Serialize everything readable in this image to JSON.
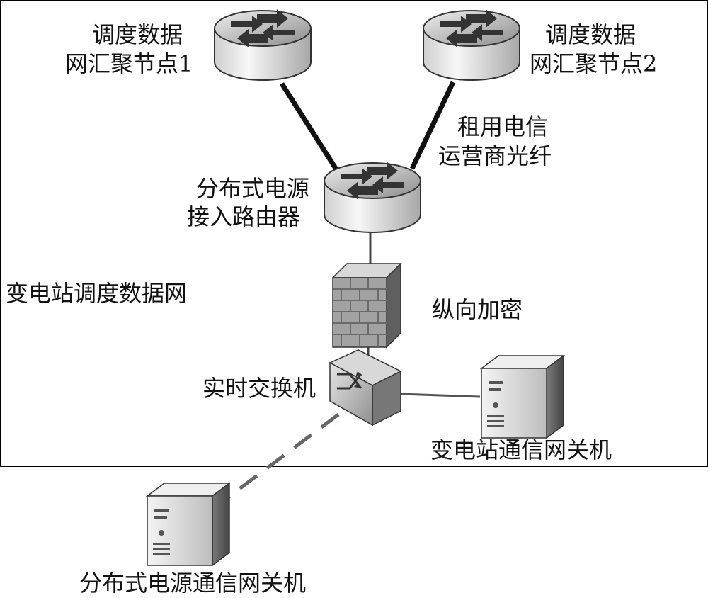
{
  "labels": {
    "node1_line1": "调度数据",
    "node1_line2": "网汇聚节点1",
    "node2_line1": "调度数据",
    "node2_line2": "网汇聚节点2",
    "fiber_line1": "租用电信",
    "fiber_line2": "运营商光纤",
    "router_line1": "分布式电源",
    "router_line2": "接入路由器",
    "network": "变电站调度数据网",
    "encryption": "纵向加密",
    "switch": "实时交换机",
    "substation_gateway": "变电站通信网关机",
    "dg_gateway": "分布式电源通信网关机"
  },
  "colors": {
    "background": "#ffffff",
    "border": "#000000",
    "line": "#111111",
    "device_gray": "#9a9a9a"
  },
  "icons": {
    "router": "router-icon",
    "firewall": "firewall-icon",
    "switch": "switch-icon",
    "server": "server-icon"
  }
}
